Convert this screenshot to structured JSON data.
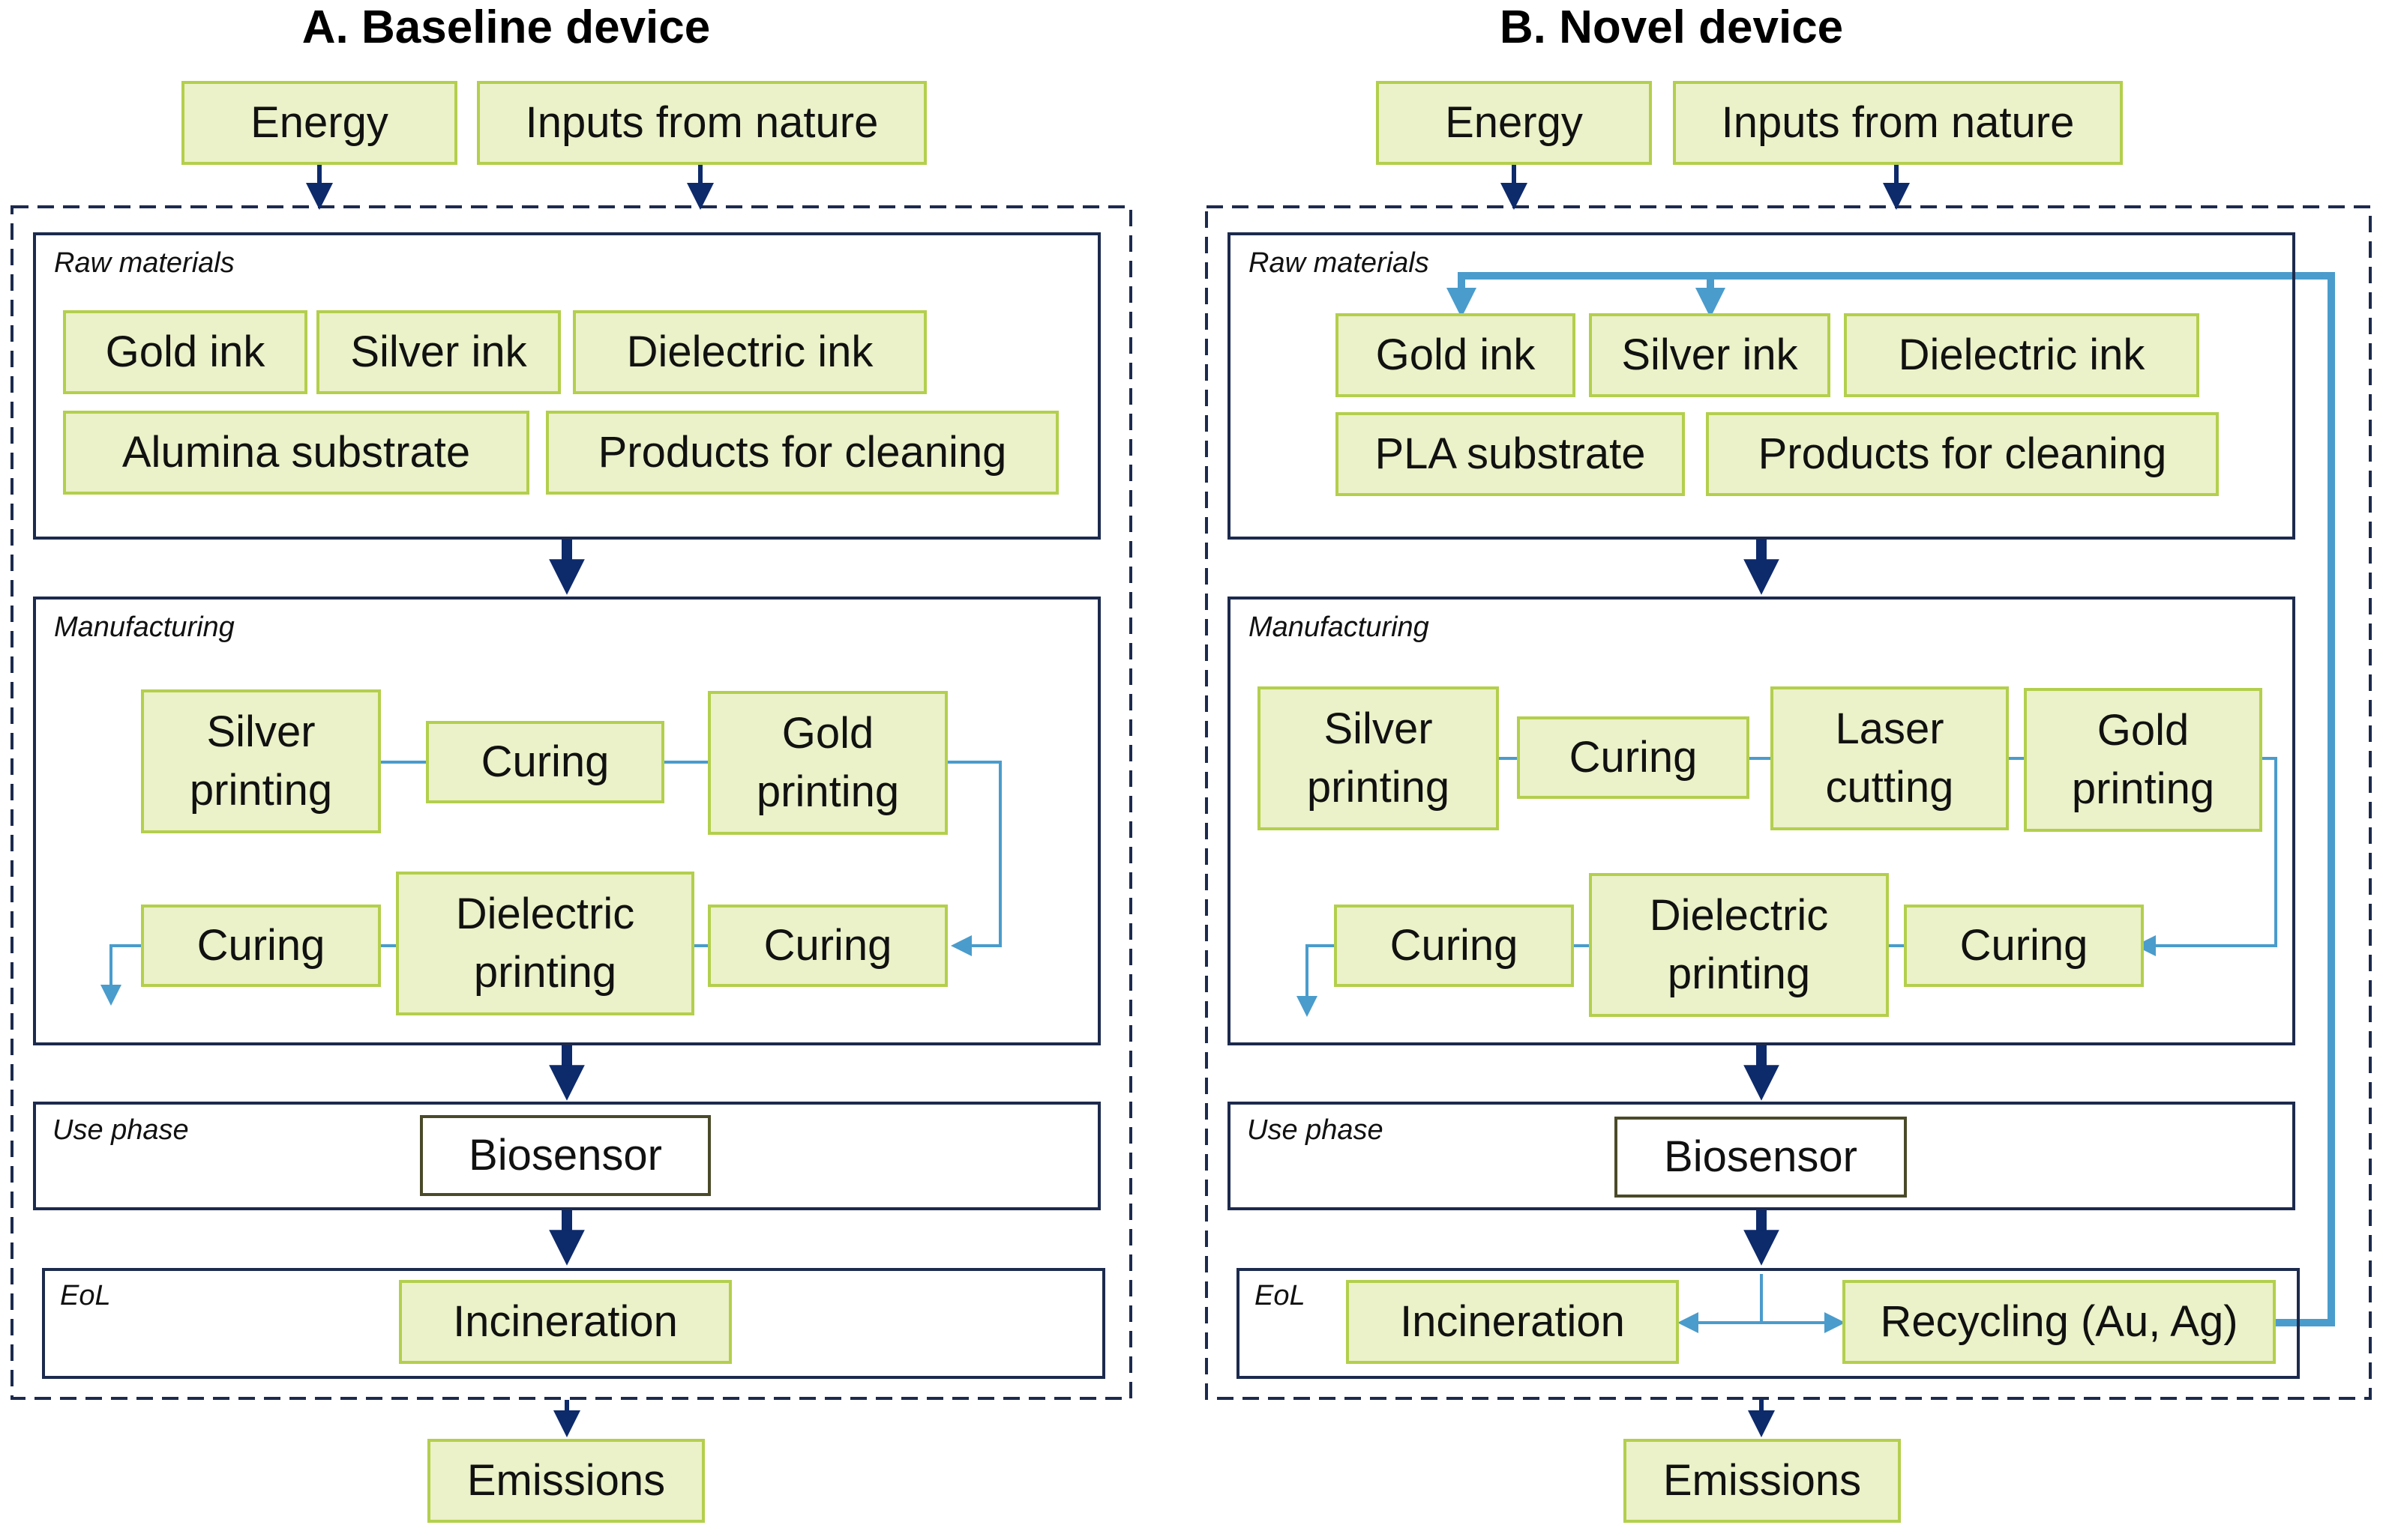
{
  "panel_a": {
    "title": "A. Baseline device",
    "inputs": {
      "energy": "Energy",
      "nature": "Inputs from nature"
    },
    "raw_materials": {
      "label": "Raw materials",
      "items": [
        "Gold ink",
        "Silver ink",
        "Dielectric ink",
        "Alumina substrate",
        "Products for cleaning"
      ]
    },
    "manufacturing": {
      "label": "Manufacturing",
      "silver_printing": "Silver printing",
      "curing_1": "Curing",
      "gold_printing": "Gold printing",
      "curing_2": "Curing",
      "dielectric_printing": "Dielectric printing",
      "curing_3": "Curing"
    },
    "use_phase": {
      "label": "Use phase",
      "item": "Biosensor"
    },
    "eol": {
      "label": "EoL",
      "incineration": "Incineration"
    },
    "output": "Emissions"
  },
  "panel_b": {
    "title": "B. Novel device",
    "inputs": {
      "energy": "Energy",
      "nature": "Inputs from nature"
    },
    "raw_materials": {
      "label": "Raw materials",
      "items": [
        "Gold ink",
        "Silver ink",
        "Dielectric ink",
        "PLA substrate",
        "Products for cleaning"
      ]
    },
    "manufacturing": {
      "label": "Manufacturing",
      "silver_printing": "Silver printing",
      "curing_1": "Curing",
      "laser_cutting": "Laser cutting",
      "gold_printing": "Gold printing",
      "curing_2": "Curing",
      "dielectric_printing": "Dielectric printing",
      "curing_3": "Curing"
    },
    "use_phase": {
      "label": "Use phase",
      "item": "Biosensor"
    },
    "eol": {
      "label": "EoL",
      "incineration": "Incineration",
      "recycling": "Recycling (Au, Ag)"
    },
    "output": "Emissions"
  },
  "colors": {
    "box_fill": "#ebf1c8",
    "box_border": "#b3cf4d",
    "stage_border": "#1c2a4d",
    "flow_arrow": "#0d2a6b",
    "process_link": "#4a9ccc"
  }
}
